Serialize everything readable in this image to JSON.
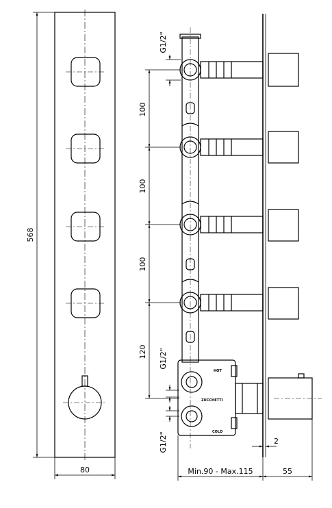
{
  "dimensions": {
    "total_height": "568",
    "panel_width": "80",
    "spacing_1": "100",
    "spacing_2": "100",
    "spacing_3": "100",
    "spacing_4": "120",
    "depth_range": "Min.90 - Max.115",
    "knob_depth": "55",
    "plate_thickness": "2"
  },
  "threads": {
    "top": "G1/2\"",
    "mid": "G1/2\"",
    "bottom": "G1/2\""
  },
  "body_labels": {
    "hot": "HOT",
    "brand": "ZUCCHETTI",
    "cold": "COLD"
  }
}
